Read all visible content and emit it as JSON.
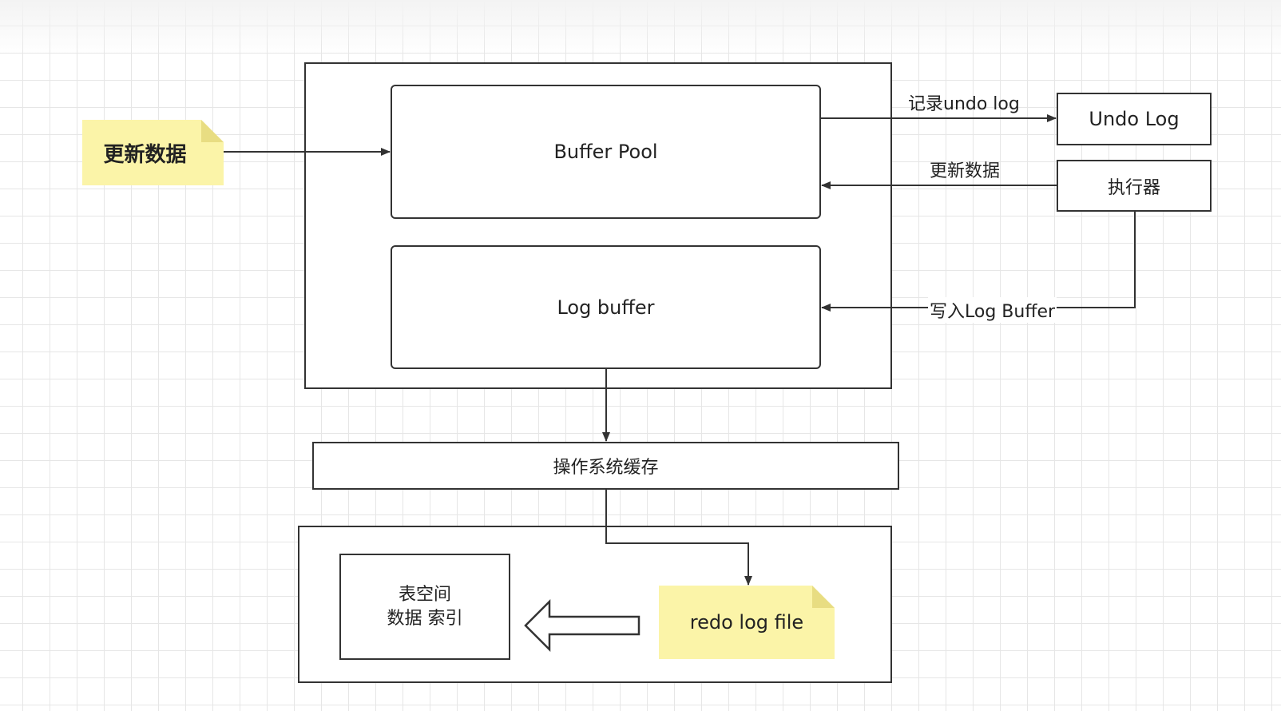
{
  "nodes": {
    "update_note": "更新数据",
    "buffer_pool": "Buffer Pool",
    "log_buffer": "Log buffer",
    "undo_log": "Undo Log",
    "executor": "执行器",
    "os_cache": "操作系统缓存",
    "tablespace_line1": "表空间",
    "tablespace_line2": "数据 索引",
    "redo_log_file": "redo log file"
  },
  "edges": {
    "record_undo": "记录undo log",
    "update_data": "更新数据",
    "write_log_buffer": "写入Log Buffer"
  },
  "colors": {
    "note_fill": "#fbf4a8",
    "stroke": "#333333"
  }
}
